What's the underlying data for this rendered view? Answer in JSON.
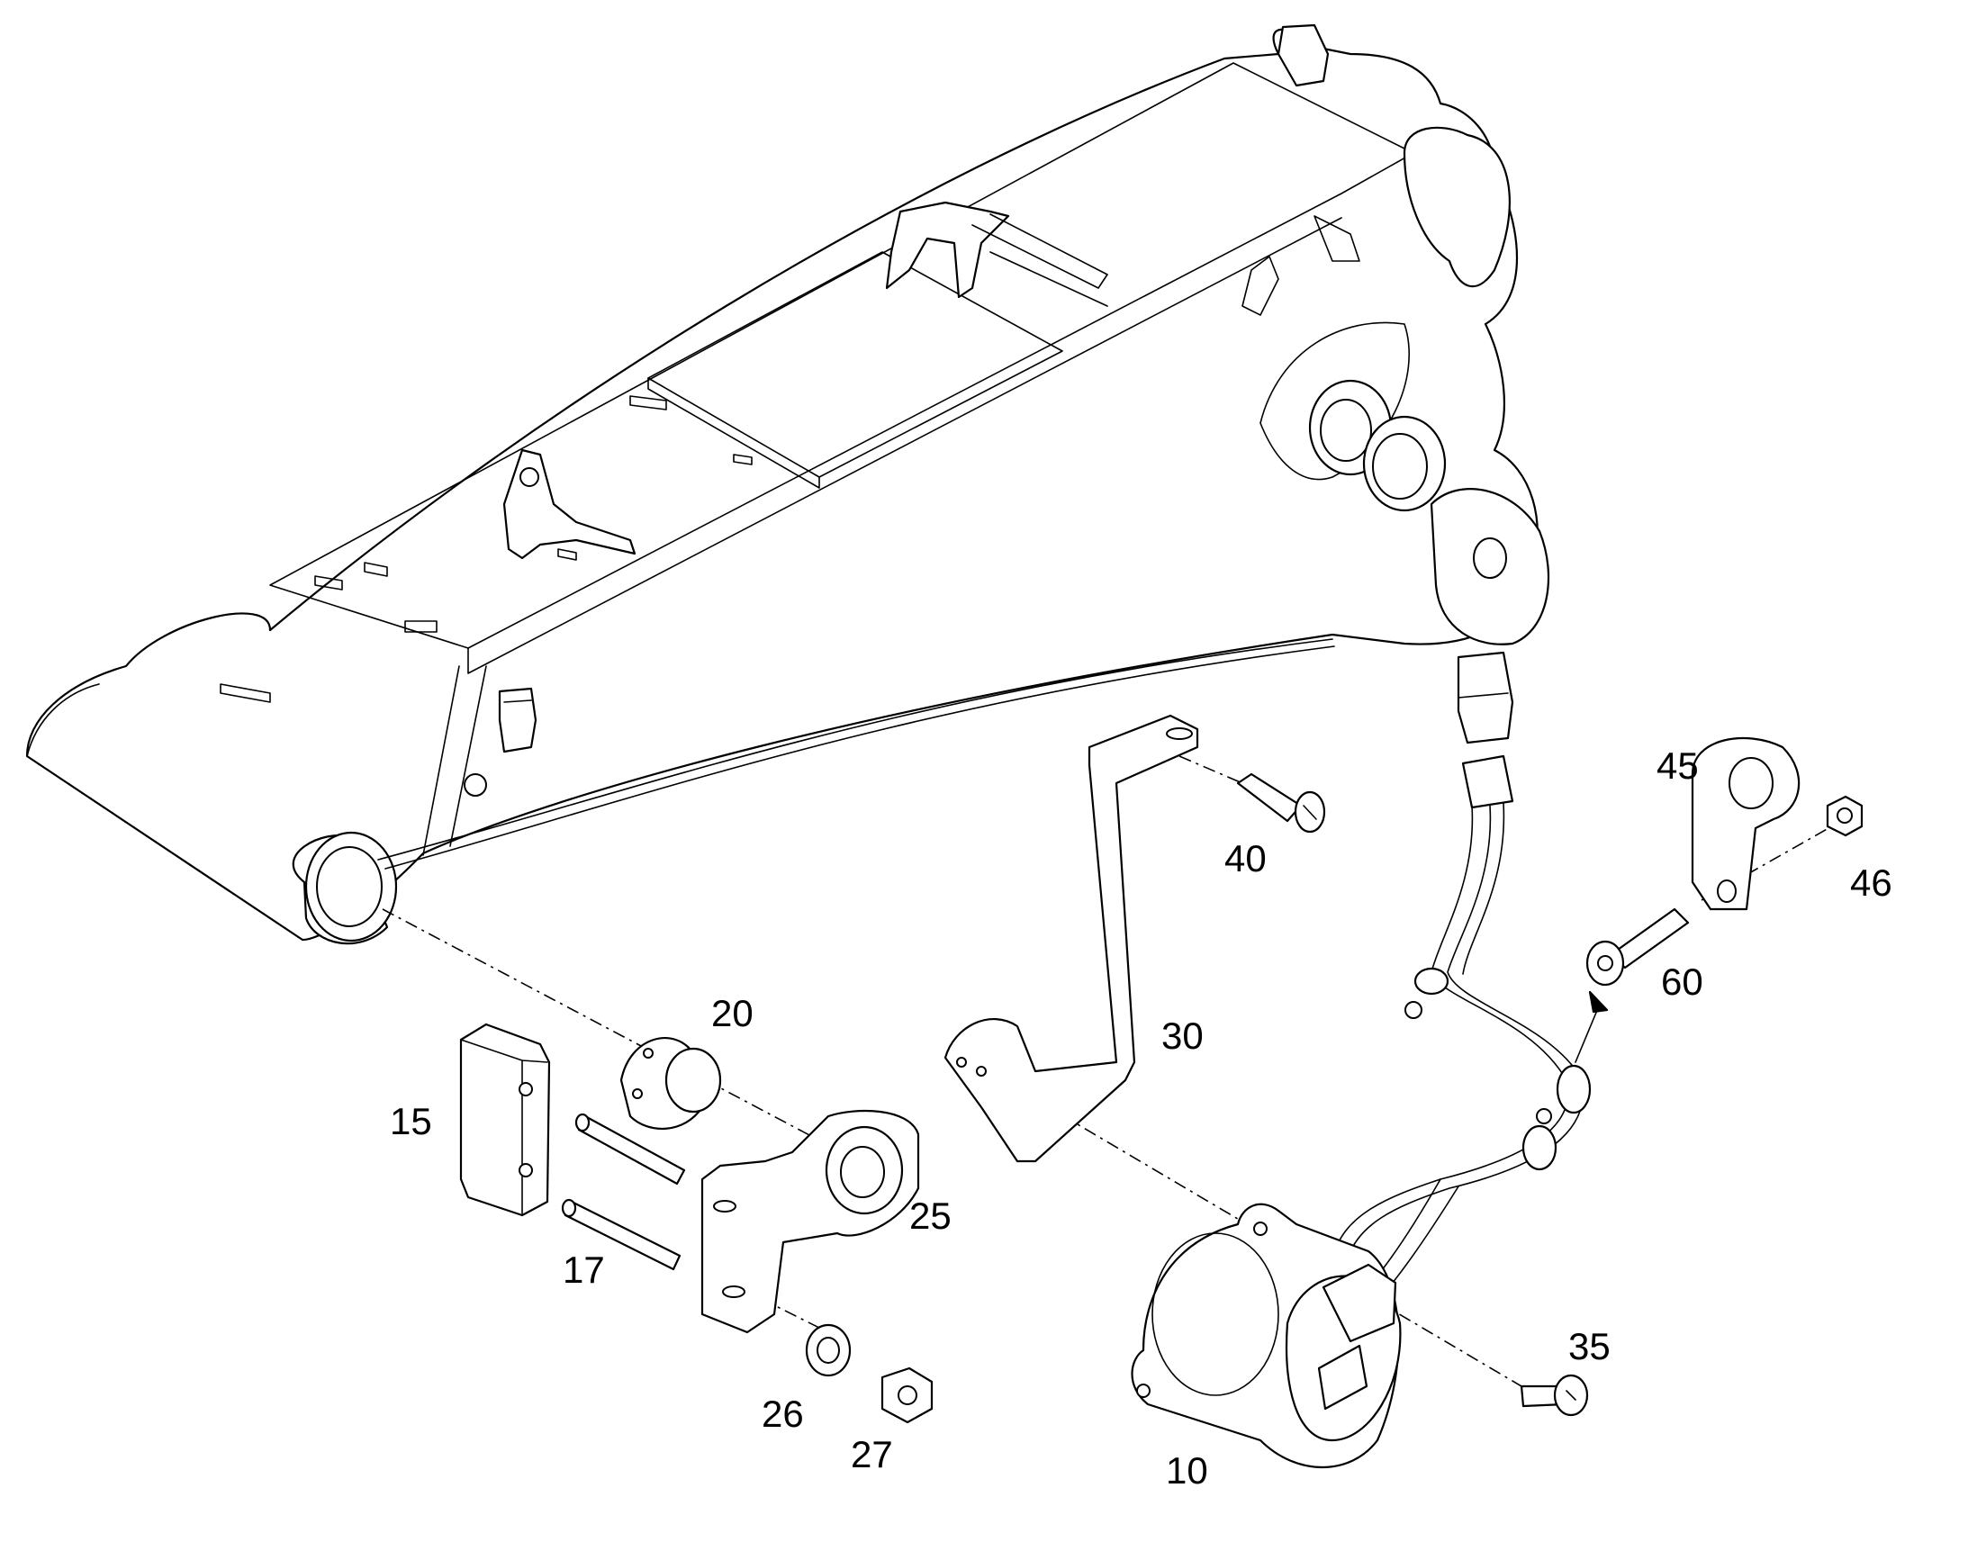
{
  "diagram": {
    "callouts": [
      {
        "id": "c10",
        "label": "10"
      },
      {
        "id": "c15",
        "label": "15"
      },
      {
        "id": "c17",
        "label": "17"
      },
      {
        "id": "c20",
        "label": "20"
      },
      {
        "id": "c25",
        "label": "25"
      },
      {
        "id": "c26",
        "label": "26"
      },
      {
        "id": "c27",
        "label": "27"
      },
      {
        "id": "c30",
        "label": "30"
      },
      {
        "id": "c35",
        "label": "35"
      },
      {
        "id": "c40",
        "label": "40"
      },
      {
        "id": "c45",
        "label": "45"
      },
      {
        "id": "c46",
        "label": "46"
      },
      {
        "id": "c60",
        "label": "60"
      }
    ]
  }
}
